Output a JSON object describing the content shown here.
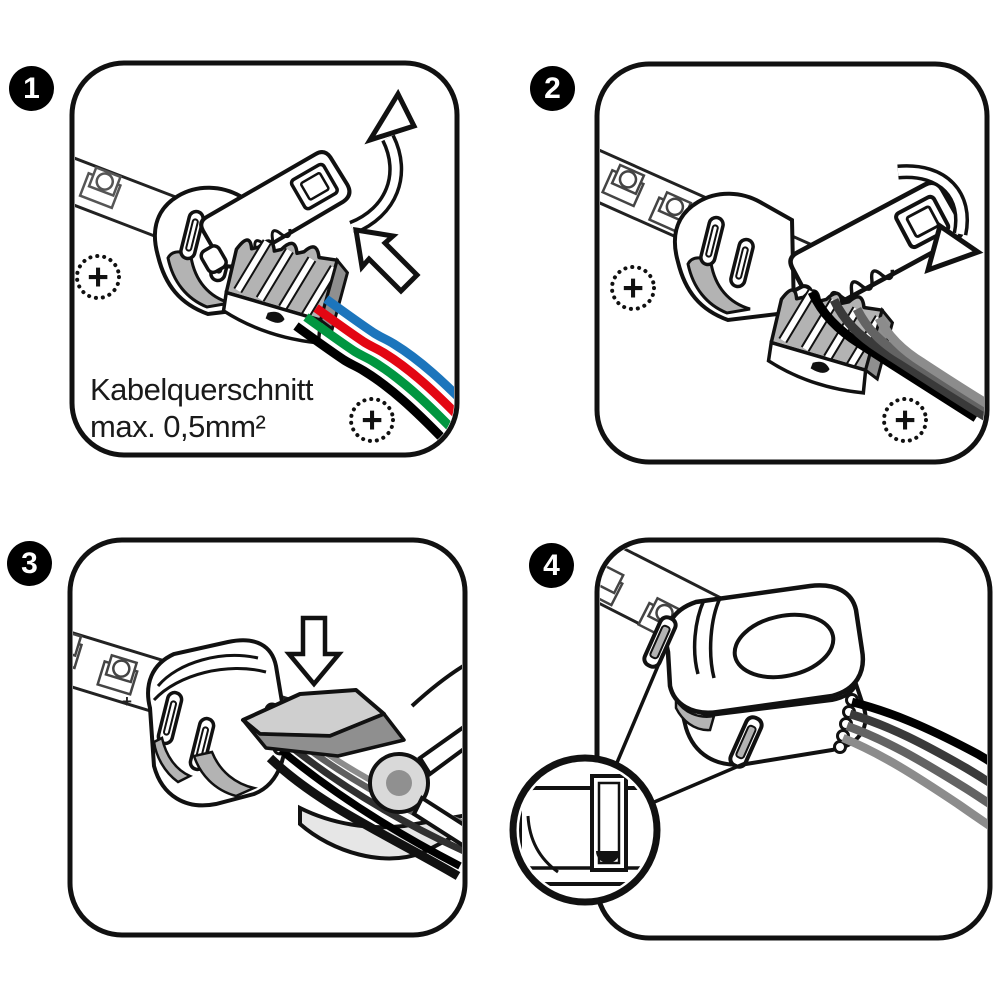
{
  "image": {
    "type": "instruction-diagram",
    "subject": "LED strip clip connector mounting steps",
    "language": "de",
    "background": "#ffffff",
    "line_color": "#111111"
  },
  "colors": {
    "badge_bg": "#000000",
    "badge_text": "#ffffff",
    "connector_gray": "#b3b3b3",
    "connector_gray_dark": "#8f8f8f",
    "pliers_gray_top": "#cfcfcf",
    "pliers_gray_front": "#8f8f8f",
    "pliers_pivot": "#d9d9d9",
    "pliers_hole": "#909090",
    "lower_jaw": "#e6e6e6"
  },
  "panels": [
    {
      "number": "1",
      "name": "open-connector-and-insert-wires",
      "caption_line1": "Kabelquerschnitt",
      "caption_line2": "max. 0,5mm²",
      "plus_marker": "+",
      "icons": [
        "curved-arrow-open-lid",
        "straight-arrow-insert-wires",
        "polarity-plus-marker",
        "led-chip"
      ],
      "wire_colors": [
        "#000000",
        "#009640",
        "#e30613",
        "#1c75bc"
      ]
    },
    {
      "number": "2",
      "name": "close-connector-lid",
      "plus_marker": "+",
      "icons": [
        "curved-arrow-close-lid",
        "polarity-plus-marker",
        "led-chip"
      ],
      "wire_colors": [
        "#000000",
        "#3a3a3a",
        "#636363",
        "#8c8c8c"
      ]
    },
    {
      "number": "3",
      "name": "press-lid-with-pliers",
      "strip_plus": "+",
      "strip_minus": "−",
      "icons": [
        "down-arrow-press",
        "pliers",
        "led-chip"
      ],
      "wire_colors": [
        "#8c8c8c",
        "#5f5f5f",
        "#303030",
        "#000000"
      ]
    },
    {
      "number": "4",
      "name": "connected-latch-detail",
      "strip_plus": "+",
      "strip_minus": "−",
      "icons": [
        "magnifier-detail-circle",
        "latch-hook",
        "led-chip"
      ],
      "wire_colors": [
        "#000000",
        "#3a3a3a",
        "#636363",
        "#8c8c8c"
      ]
    }
  ]
}
